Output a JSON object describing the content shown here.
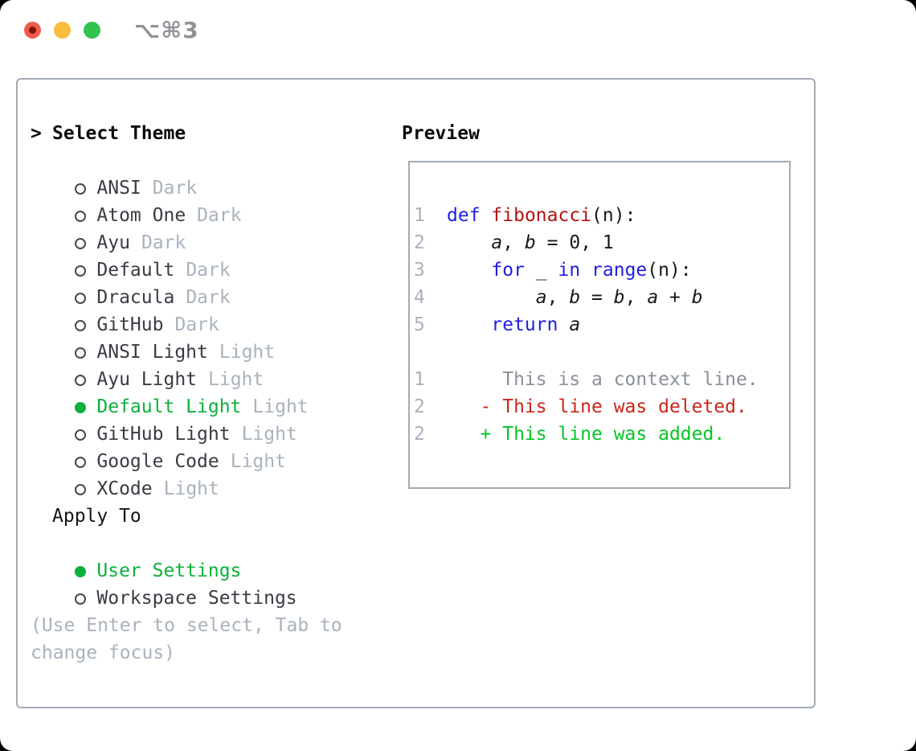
{
  "window": {
    "shortcut_label": "⌥⌘3"
  },
  "traffic_lights": [
    {
      "name": "close",
      "color": "#f15b4e",
      "dot": "#7e1607"
    },
    {
      "name": "minimize",
      "color": "#f8bd3c"
    },
    {
      "name": "zoom",
      "color": "#30c24c"
    }
  ],
  "theme_panel": {
    "prompt": ">",
    "header": "Select Theme",
    "items": [
      {
        "name": "ANSI",
        "variant": "Dark",
        "selected": false
      },
      {
        "name": "Atom One",
        "variant": "Dark",
        "selected": false
      },
      {
        "name": "Ayu",
        "variant": "Dark",
        "selected": false
      },
      {
        "name": "Default",
        "variant": "Dark",
        "selected": false
      },
      {
        "name": "Dracula",
        "variant": "Dark",
        "selected": false
      },
      {
        "name": "GitHub",
        "variant": "Dark",
        "selected": false
      },
      {
        "name": "ANSI Light",
        "variant": "Light",
        "selected": false
      },
      {
        "name": "Ayu Light",
        "variant": "Light",
        "selected": false
      },
      {
        "name": "Default Light",
        "variant": "Light",
        "selected": true
      },
      {
        "name": "GitHub Light",
        "variant": "Light",
        "selected": false
      },
      {
        "name": "Google Code",
        "variant": "Light",
        "selected": false
      },
      {
        "name": "XCode",
        "variant": "Light",
        "selected": false
      }
    ],
    "apply_to": {
      "header": "Apply To",
      "options": [
        {
          "name": "User Settings",
          "selected": true
        },
        {
          "name": "Workspace Settings",
          "selected": false
        }
      ]
    },
    "help_lines": [
      "(Use Enter to select, Tab to",
      "change focus)"
    ]
  },
  "preview": {
    "header": "Preview",
    "code_lines": [
      {
        "num": "1",
        "segments": [
          {
            "style": "kw",
            "text": "def"
          },
          {
            "style": "plain",
            "text": " "
          },
          {
            "style": "fn",
            "text": "fibonacci"
          },
          {
            "style": "plain",
            "text": "(n):"
          }
        ]
      },
      {
        "num": "2",
        "segments": [
          {
            "style": "plain",
            "text": "    "
          },
          {
            "style": "var",
            "text": "a"
          },
          {
            "style": "plain",
            "text": ", "
          },
          {
            "style": "var",
            "text": "b"
          },
          {
            "style": "plain",
            "text": " = 0, 1"
          }
        ]
      },
      {
        "num": "3",
        "segments": [
          {
            "style": "plain",
            "text": "    "
          },
          {
            "style": "kw",
            "text": "for"
          },
          {
            "style": "plain",
            "text": " _ "
          },
          {
            "style": "kw",
            "text": "in"
          },
          {
            "style": "plain",
            "text": " "
          },
          {
            "style": "kw",
            "text": "range"
          },
          {
            "style": "plain",
            "text": "(n):"
          }
        ]
      },
      {
        "num": "4",
        "segments": [
          {
            "style": "plain",
            "text": "        "
          },
          {
            "style": "var",
            "text": "a"
          },
          {
            "style": "plain",
            "text": ", "
          },
          {
            "style": "var",
            "text": "b"
          },
          {
            "style": "plain",
            "text": " = "
          },
          {
            "style": "var",
            "text": "b"
          },
          {
            "style": "plain",
            "text": ", "
          },
          {
            "style": "var",
            "text": "a"
          },
          {
            "style": "plain",
            "text": " + "
          },
          {
            "style": "var",
            "text": "b"
          }
        ]
      },
      {
        "num": "5",
        "segments": [
          {
            "style": "plain",
            "text": "    "
          },
          {
            "style": "kw",
            "text": "return"
          },
          {
            "style": "plain",
            "text": " "
          },
          {
            "style": "var",
            "text": "a"
          }
        ]
      },
      {
        "num": "",
        "segments": []
      },
      {
        "num": "1",
        "segments": [
          {
            "style": "ctx",
            "text": "     This is a context line."
          }
        ]
      },
      {
        "num": "2",
        "segments": [
          {
            "style": "del",
            "text": "   - This line was deleted."
          }
        ]
      },
      {
        "num": "2",
        "segments": [
          {
            "style": "add",
            "text": "   + This line was added."
          }
        ]
      }
    ]
  },
  "colors": {
    "keyword": "#1e1ee4",
    "function": "#b01513",
    "plain": "#16181b",
    "line_number": "#a9b2bd",
    "context": "#8b9199",
    "deleted": "#cb2619",
    "added": "#06c626",
    "selected_green": "#0cb13c",
    "muted": "#a9b2bd",
    "item_text": "#383c43",
    "border": "#a2abb5"
  }
}
